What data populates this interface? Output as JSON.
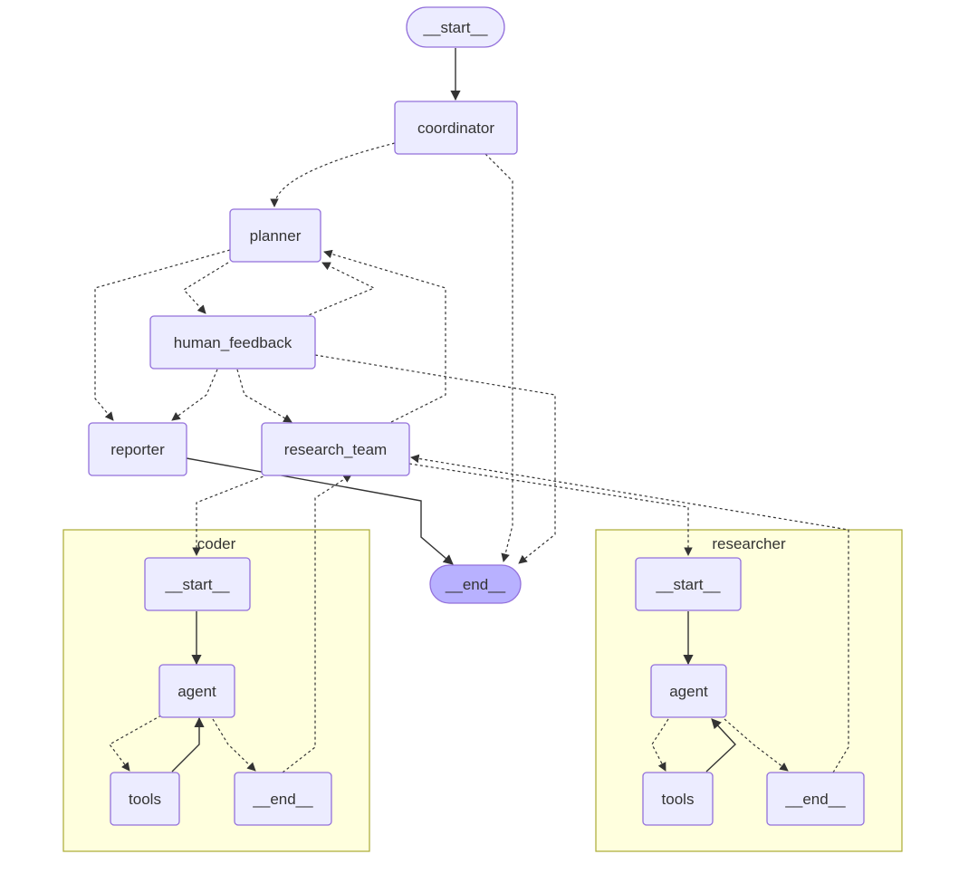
{
  "colors": {
    "node_fill": "#ececff",
    "node_stroke": "#9370db",
    "end_fill": "#b8b1ff",
    "cluster_fill": "#ffffde",
    "cluster_stroke": "#aaaa33",
    "edge": "#333333",
    "text": "#333333"
  },
  "graph": {
    "nodes": {
      "start": "__start__",
      "coordinator": "coordinator",
      "planner": "planner",
      "human_feedback": "human_feedback",
      "reporter": "reporter",
      "research_team": "research_team",
      "end": "__end__"
    },
    "clusters": {
      "coder": {
        "title": "coder",
        "nodes": {
          "start": "__start__",
          "agent": "agent",
          "tools": "tools",
          "end": "__end__"
        }
      },
      "researcher": {
        "title": "researcher",
        "nodes": {
          "start": "__start__",
          "agent": "agent",
          "tools": "tools",
          "end": "__end__"
        }
      }
    }
  }
}
